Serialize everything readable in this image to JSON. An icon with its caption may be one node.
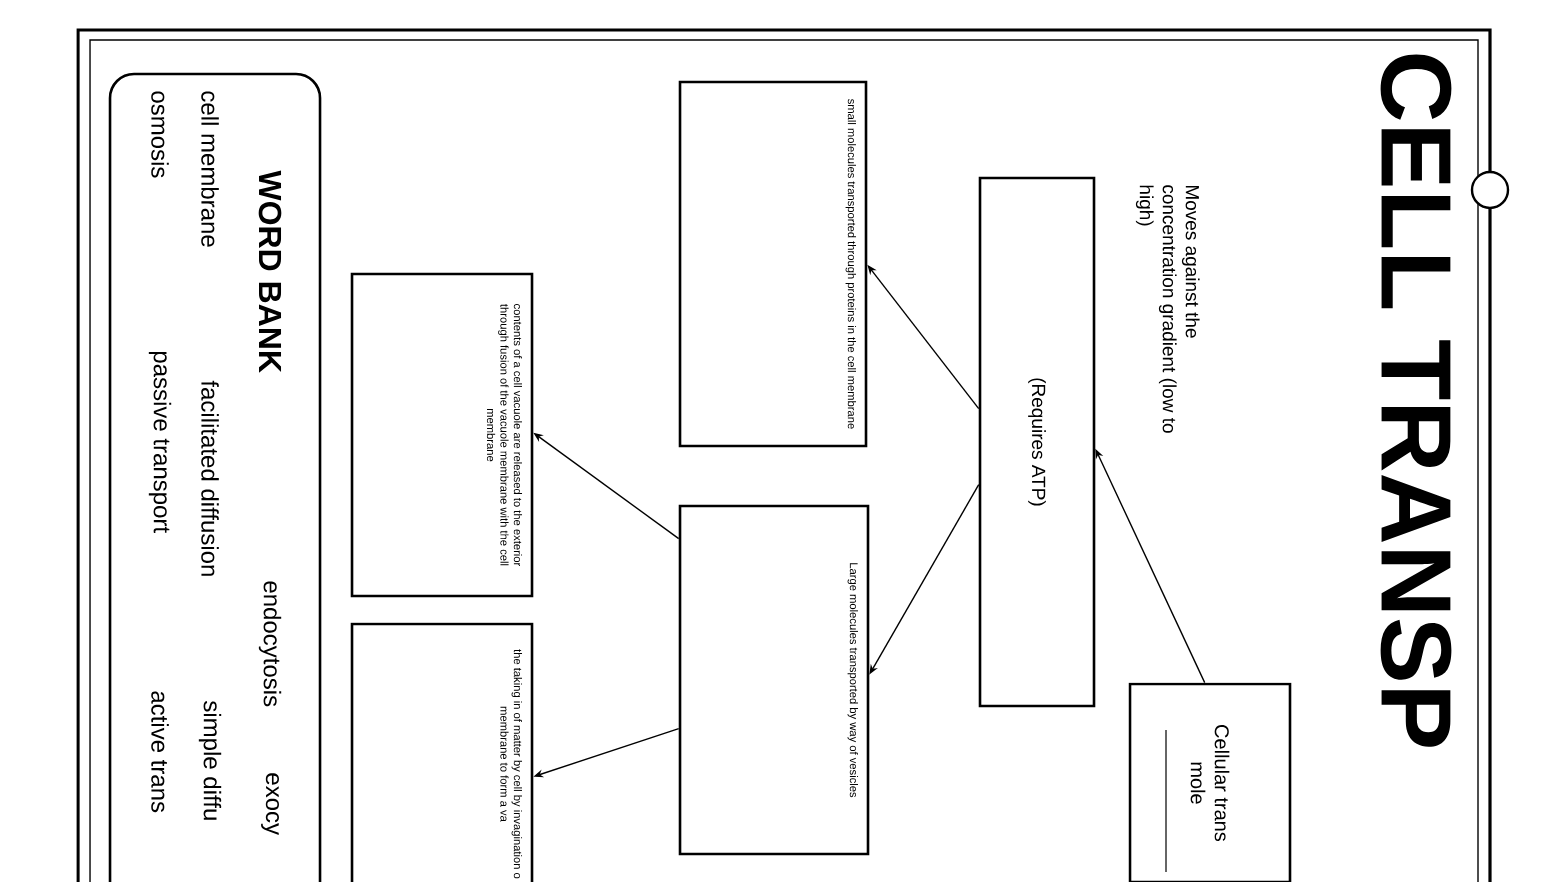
{
  "diagram": {
    "title": "CELL TRANSP",
    "nodes": [
      {
        "text": [
          "Cellular trans mole"
        ]
      },
      {
        "text": [
          "(Requires ATP)"
        ],
        "beside": [
          "Moves against the concentration gradient (low to high)"
        ]
      },
      {
        "text": [
          "small molecules transported through proteins in the cell membrane"
        ]
      },
      {
        "text": [
          "Large molecules transported by way of vesicles"
        ]
      },
      {
        "text": [
          "contents of a cell vacuole are released to the exterior through fusion of the vacuole membrane with the cell membrane"
        ]
      },
      {
        "text": [
          "the taking in of matter by cell by invagination o membrane to form a va"
        ]
      },
      {
        "text": [
          "WORD BANK",
          "endocytosis",
          "exocy",
          "cell membrane",
          "facilitated diffusion",
          "simple diffu",
          "osmosis",
          "passive transport",
          "active trans"
        ]
      }
    ],
    "edges": [
      {
        "from": 0,
        "to": 1,
        "arrow": "to"
      },
      {
        "from": 1,
        "to": 2,
        "arrow": "to"
      },
      {
        "from": 1,
        "to": 3,
        "arrow": "to"
      },
      {
        "from": 3,
        "to": 4,
        "arrow": "to"
      },
      {
        "from": 3,
        "to": 5,
        "arrow": "to"
      }
    ]
  }
}
